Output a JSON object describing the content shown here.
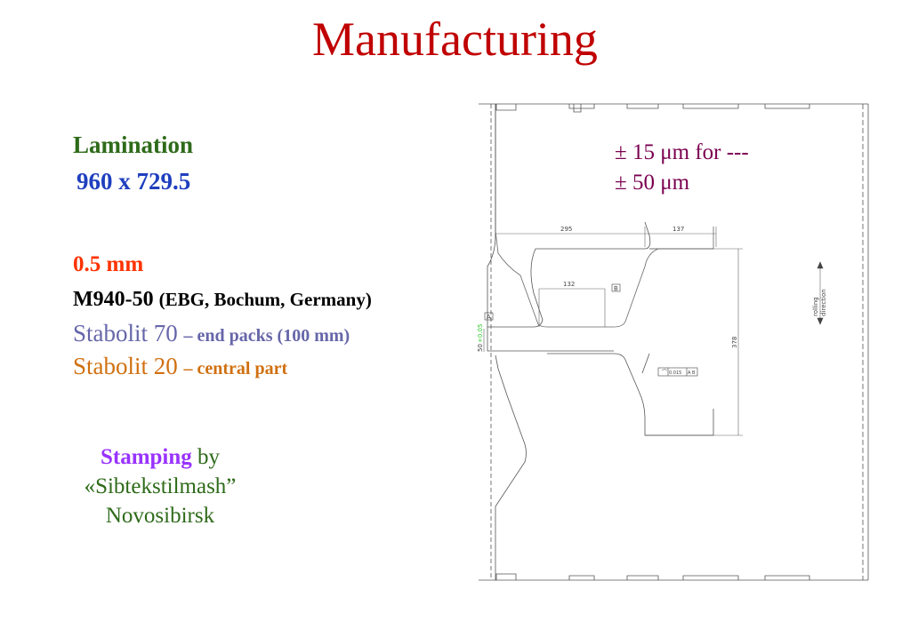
{
  "slide": {
    "title": "Manufacturing",
    "lamination_label": "Lamination",
    "lamination_dims": "960 x 729.5",
    "thickness": "0.5 mm",
    "steel_grade": "M940-50",
    "steel_supplier": "(EBG, Bochum, Germany)",
    "stabolit70_name": "Stabolit 70",
    "stabolit70_note": "– end packs (100 mm)",
    "stabolit20_name": "Stabolit 20",
    "stabolit20_note": "– central part",
    "stamping_word": "Stamping",
    "stamping_by": " by",
    "stamping_company": "«Sibtekstilmash”",
    "stamping_city": "Novosibirsk",
    "tolerance_1": "± 15 μm for ---",
    "tolerance_2": "± 50 μm"
  },
  "drawing": {
    "dim_295": "295",
    "dim_137": "137",
    "dim_132": "132",
    "dim_378": "378",
    "dim_50": "50",
    "dim_50_tol": "+0.05",
    "datum_a": "A",
    "datum_b": "B",
    "fcf_value": "0.015",
    "fcf_datums": "A B",
    "rolling_1": "rolling",
    "rolling_2": "direction"
  },
  "colors": {
    "title": "#c00000",
    "lamination": "#2e6b1a",
    "dims": "#1f3fbf",
    "thickness": "#ff3300",
    "stabolit70": "#6666aa",
    "stabolit20": "#d07010",
    "stamping": "#9933ff",
    "tolerance": "#7a0050"
  }
}
